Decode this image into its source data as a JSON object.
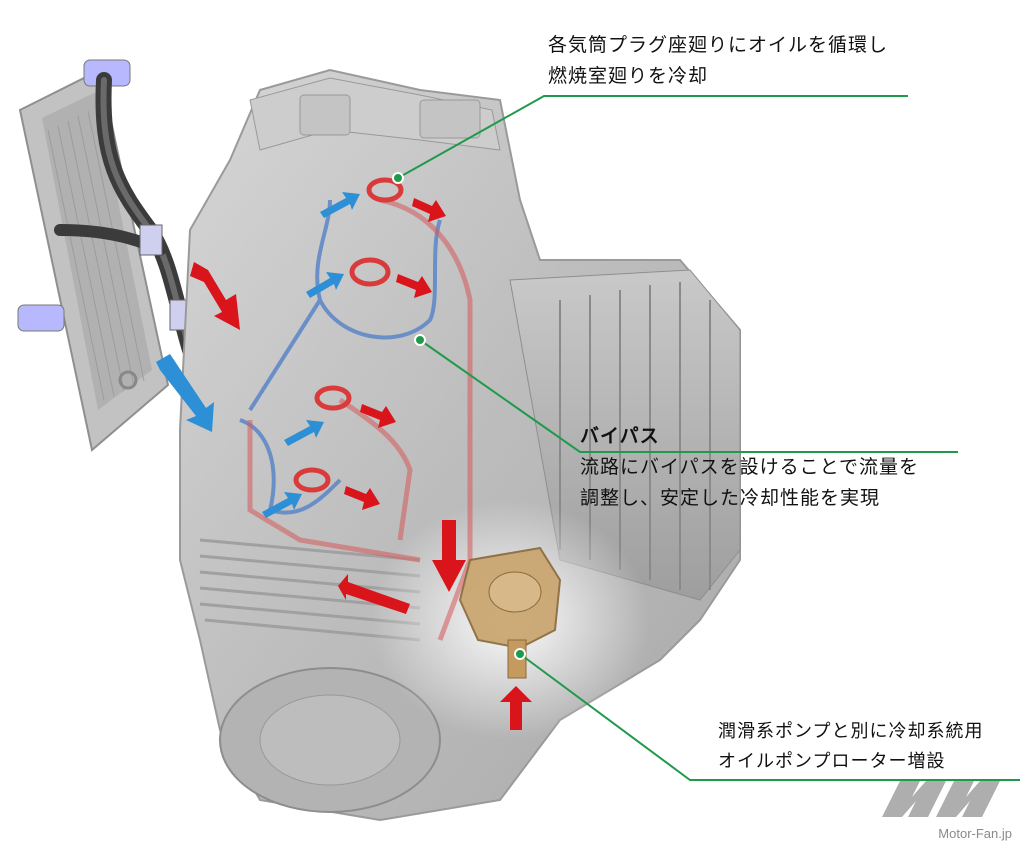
{
  "callouts": {
    "cylinder_plug_cooling": {
      "line1": "各気筒プラグ座廻りにオイルを循環し",
      "line2": "燃焼室廻りを冷却"
    },
    "bypass": {
      "title": "バイパス",
      "line1": "流路にバイパスを設けることで流量を",
      "line2": "調整し、安定した冷却性能を実現"
    },
    "oil_pump_rotor": {
      "line1": "潤滑系ポンプと別に冷却系統用",
      "line2": "オイルポンプローター増設"
    }
  },
  "watermark": {
    "text": "Motor-Fan.jp"
  },
  "colors": {
    "callout_line": "#1f9a4a",
    "cool_flow": "#2d8fd6",
    "hot_flow": "#d9151b",
    "engine_gray": "#b9b9b9",
    "pump_gold": "#c9a26a"
  }
}
